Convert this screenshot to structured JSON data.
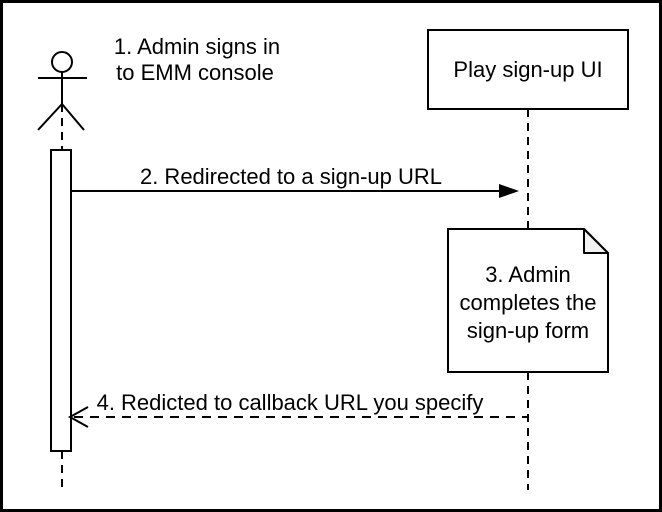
{
  "diagram_type": "uml-sequence-diagram",
  "colors": {
    "stroke": "#000000",
    "background": "#ffffff",
    "note_fold_fill": "#f2f2f2"
  },
  "actor": {
    "annotation_line1": "1. Admin signs in",
    "annotation_line2": "to EMM console"
  },
  "participant": {
    "label": "Play sign-up UI"
  },
  "messages": {
    "msg2_label": "2. Redirected to a sign-up URL",
    "msg4_label": "4. Redicted to callback URL you specify"
  },
  "note": {
    "line1": "3. Admin",
    "line2": "completes the",
    "line3": "sign-up form"
  }
}
